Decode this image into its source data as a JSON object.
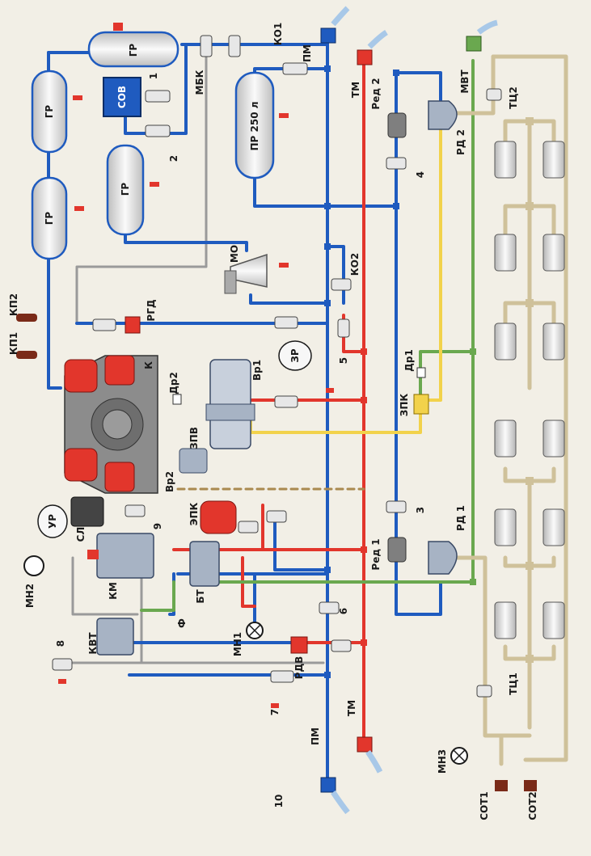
{
  "colors": {
    "pressure_line": "#1f5bbf",
    "brake_line": "#e2362c",
    "control_line": "#6aa84f",
    "cylinder_line": "#cfc19a",
    "feed_line": "#f2d24b",
    "gray_line": "#9a9a9a",
    "reservoir_fill": "#eeeeee",
    "device_fill": "#c8d0dc"
  },
  "labels": {
    "gr1": "ГР",
    "gr2": "ГР",
    "gr3": "ГР",
    "gr4": "ГР",
    "sov": "СОВ",
    "mbk": "МБК",
    "ko1": "КО1",
    "pm_top": "ПМ",
    "tm_top": "ТМ",
    "mvt": "МВТ",
    "pr250": "ПР 250 л",
    "red2": "Ред 2",
    "rd2": "РД 2",
    "tc2": "ТЦ2",
    "mo": "МО",
    "ko2": "КО2",
    "kp2": "КП2",
    "kp1": "КП1",
    "rgd": "РГД",
    "k": "К",
    "zr": "ЗР",
    "vr1": "Вр1",
    "dr2": "Др2",
    "dr1": "Др1",
    "zpk": "ЗПК",
    "zpv": "ЗПВ",
    "vr2": "Вр2",
    "ur": "УР",
    "sl": "СЛ",
    "mn2": "МН2",
    "zpk2": "ЭПК",
    "km": "КМ",
    "bt": "БТ",
    "red1": "Ред 1",
    "rd1": "РД 1",
    "f": "Ф",
    "kvt": "КВТ",
    "mn1": "МН1",
    "rdv": "РДВ",
    "tc1": "ТЦ1",
    "pm_bottom": "ПМ",
    "tm_bottom": "ТМ",
    "mn3": "МН3",
    "sot1": "СОТ1",
    "sot2": "СОТ2",
    "n1": "1",
    "n2": "2",
    "n3": "3",
    "n4": "4",
    "n5": "5",
    "n6": "6",
    "n7": "7",
    "n8": "8",
    "n9": "9",
    "n10": "10"
  }
}
